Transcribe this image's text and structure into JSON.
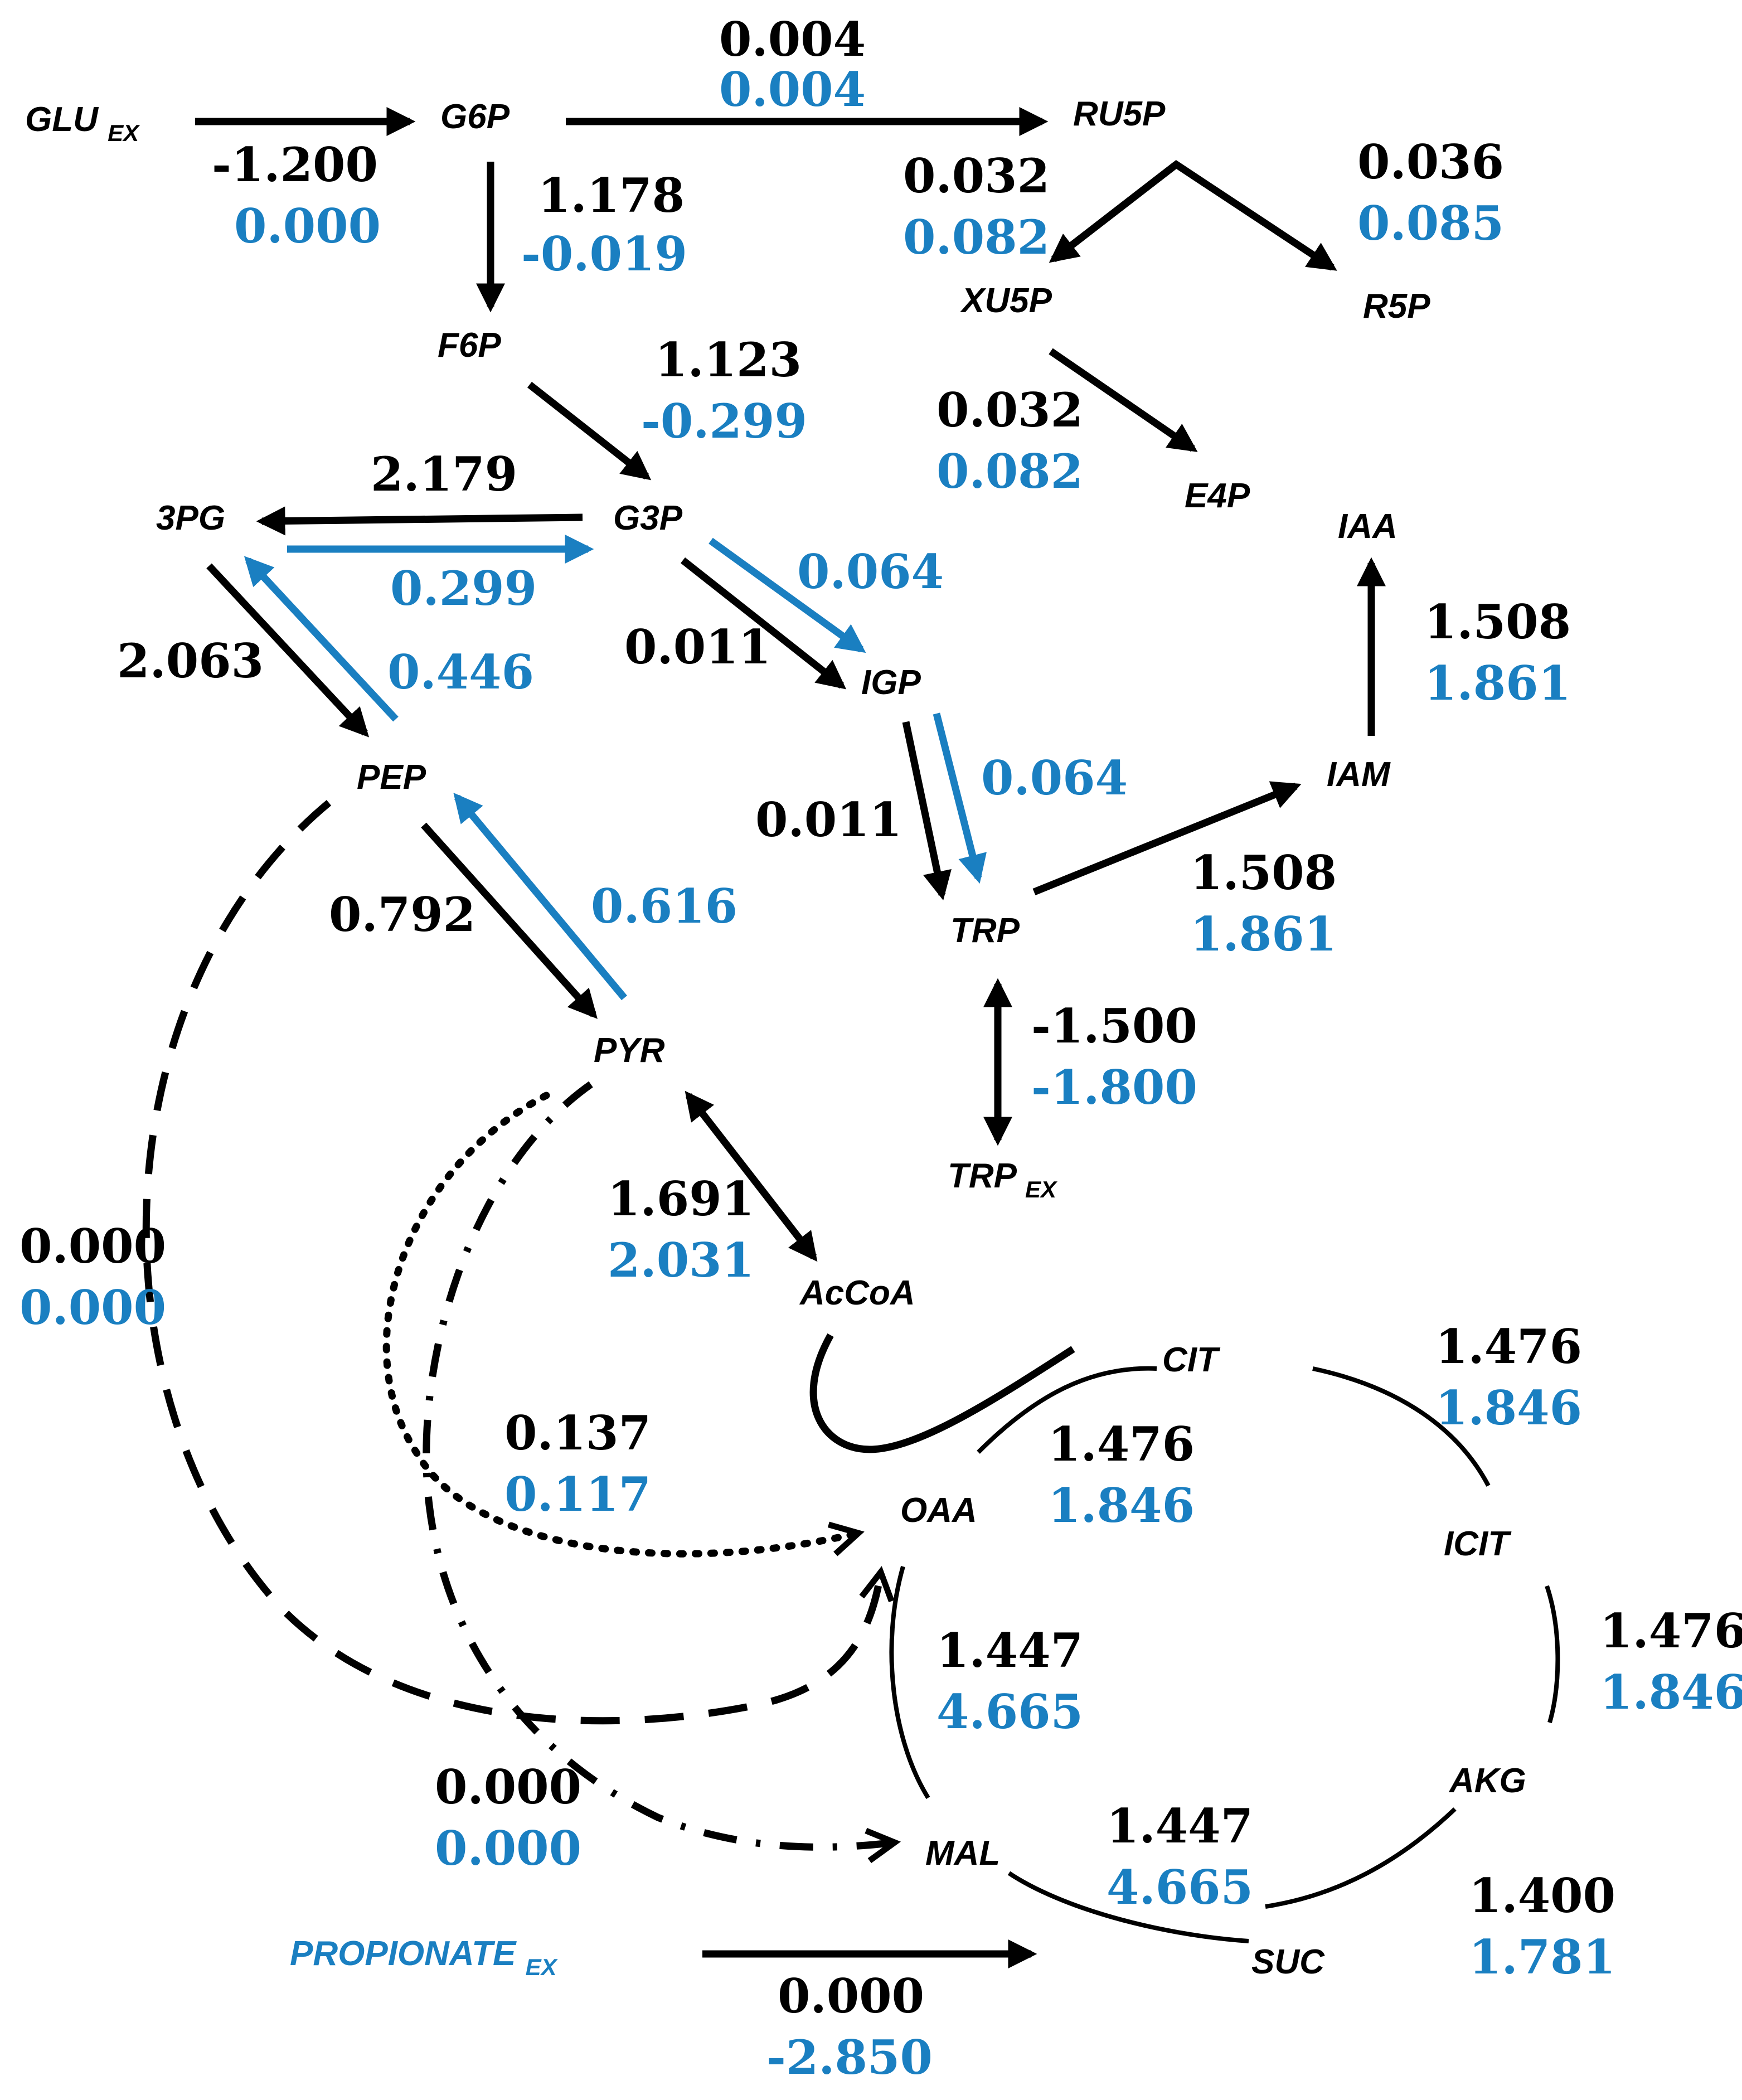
{
  "nodes": {
    "glu_ex": {
      "label": "GLU",
      "sub": "EX"
    },
    "g6p": {
      "label": "G6P"
    },
    "ru5p": {
      "label": "RU5P"
    },
    "f6p": {
      "label": "F6P"
    },
    "xu5p": {
      "label": "XU5P"
    },
    "r5p": {
      "label": "R5P"
    },
    "g3p": {
      "label": "G3P"
    },
    "e4p": {
      "label": "E4P"
    },
    "pg3": {
      "label": "3PG"
    },
    "iaa": {
      "label": "IAA"
    },
    "igp": {
      "label": "IGP"
    },
    "pep": {
      "label": "PEP"
    },
    "iam": {
      "label": "IAM"
    },
    "trp": {
      "label": "TRP"
    },
    "pyr": {
      "label": "PYR"
    },
    "trp_ex": {
      "label": "TRP",
      "sub": "EX"
    },
    "accoa": {
      "label": "AcCoA"
    },
    "cit": {
      "label": "CIT"
    },
    "oaa": {
      "label": "OAA"
    },
    "icit": {
      "label": "ICIT"
    },
    "akg": {
      "label": "AKG"
    },
    "mal": {
      "label": "MAL"
    },
    "suc": {
      "label": "SUC"
    },
    "propionate_ex": {
      "label": "PROPIONATE",
      "sub": "EX"
    }
  },
  "fluxes": {
    "glu_g6p": {
      "black": "-1.200",
      "blue": "0.000"
    },
    "g6p_ru5p": {
      "black": "0.004",
      "blue": "0.004"
    },
    "g6p_f6p": {
      "black": "1.178",
      "blue": "-0.019"
    },
    "ru5p_xu5p": {
      "black": "0.032",
      "blue": "0.082"
    },
    "ru5p_r5p": {
      "black": "0.036",
      "blue": "0.085"
    },
    "f6p_g3p": {
      "black": "1.123",
      "blue": "-0.299"
    },
    "xu5p_e4p": {
      "black": "0.032",
      "blue": "0.082"
    },
    "g3p_3pg": {
      "black": "2.179",
      "blue": "0.299"
    },
    "g3p_igp": {
      "black": "0.011",
      "blue": "0.064"
    },
    "pg3_pep": {
      "black": "2.063",
      "blue": "0.446"
    },
    "iam_iaa": {
      "black": "1.508",
      "blue": "1.861"
    },
    "igp_trp": {
      "black": "0.011",
      "blue": "0.064"
    },
    "trp_iam": {
      "black": "1.508",
      "blue": "1.861"
    },
    "pep_pyr": {
      "black": "0.792",
      "blue": "0.616"
    },
    "trp_trpex": {
      "black": "-1.500",
      "blue": "-1.800"
    },
    "pyr_accoa": {
      "black": "1.691",
      "blue": "2.031"
    },
    "pep_oaa": {
      "black": "0.000",
      "blue": "0.000"
    },
    "pyr_oaa": {
      "black": "0.137",
      "blue": "0.117"
    },
    "cit_icit": {
      "black": "1.476",
      "blue": "1.846"
    },
    "oaa_cit": {
      "black": "1.476",
      "blue": "1.846"
    },
    "icit_akg": {
      "black": "1.476",
      "blue": "1.846"
    },
    "mal_oaa": {
      "black": "1.447",
      "blue": "4.665"
    },
    "pyr_mal": {
      "black": "0.000",
      "blue": "0.000"
    },
    "suc_mal": {
      "black": "1.447",
      "blue": "4.665"
    },
    "akg_suc": {
      "black": "1.400",
      "blue": "1.781"
    },
    "prop_suc": {
      "black": "0.000",
      "blue": "-2.850"
    }
  },
  "colors": {
    "primary": "#000000",
    "secondary": "#1a7fc1"
  }
}
